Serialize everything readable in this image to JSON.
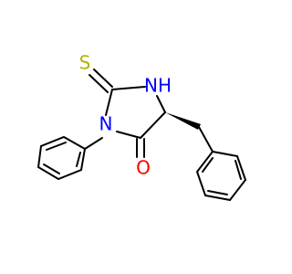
{
  "molecule": {
    "atoms": {
      "S": {
        "label": "S",
        "color": "#b3b300"
      },
      "NH": {
        "label": "NH",
        "color": "#0000ff"
      },
      "N": {
        "label": "N",
        "color": "#0000ff"
      },
      "O": {
        "label": "O",
        "color": "#ff0000"
      }
    },
    "bond_color": "#000000"
  }
}
